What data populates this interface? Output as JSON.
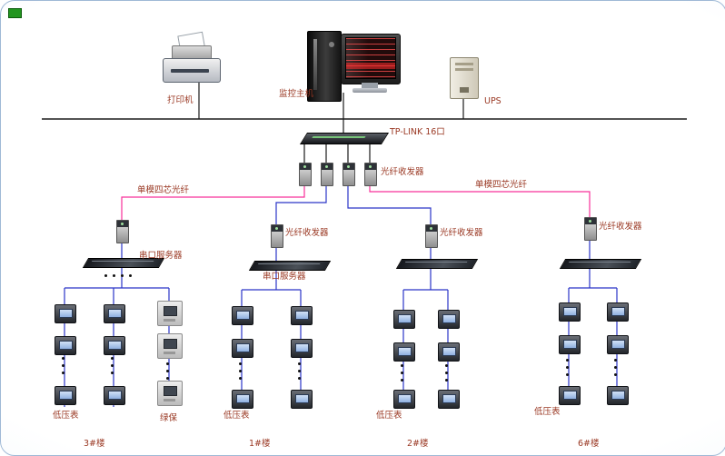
{
  "colors": {
    "line_black": "#1b1b1b",
    "line_blue": "#2b35c8",
    "line_pink": "#f8309a",
    "label": "#9a3823",
    "badge_green": "#22951f",
    "panel_border": "#9fb9d6"
  },
  "top": {
    "printer_label": "打印机",
    "host_label": "监控主机",
    "ups_label": "UPS",
    "switch_label": "TP-LINK 16口",
    "transceivers_label": "光纤收发器",
    "fiber_left_label": "单模四芯光纤",
    "fiber_right_label": "单模四芯光纤"
  },
  "buildings": [
    {
      "name": "3#楼",
      "server_label": "串口服务器",
      "meter_label": "低压表",
      "relay_label": "绿保"
    },
    {
      "name": "1#楼",
      "transceiver_label": "光纤收发器",
      "server_label": "串口服务器",
      "meter_label": "低压表"
    },
    {
      "name": "2#楼",
      "transceiver_label": "光纤收发器",
      "meter_label": "低压表"
    },
    {
      "name": "6#楼",
      "transceiver_label": "光纤收发器",
      "meter_label": "低压表"
    }
  ]
}
